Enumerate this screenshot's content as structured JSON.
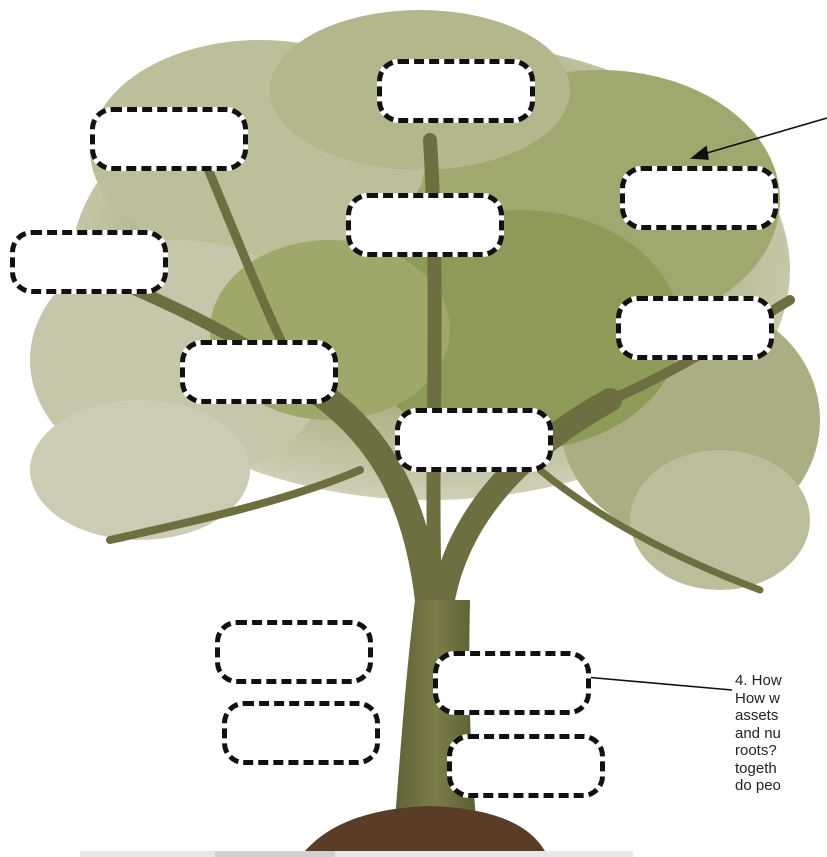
{
  "diagram": {
    "labels": [
      "4. How",
      "How w",
      "assets",
      "and nu",
      "roots?",
      "togeth",
      "do peo"
    ],
    "blank_boxes": [
      "",
      "",
      "",
      "",
      "",
      "",
      "",
      "",
      "",
      "",
      "",
      ""
    ],
    "colors": {
      "foliage_light": "#c9c8a9",
      "foliage_dark": "#7f8a46",
      "trunk": "#6a6a3c",
      "soil": "#5a3d26",
      "box_border": "#111111"
    }
  }
}
